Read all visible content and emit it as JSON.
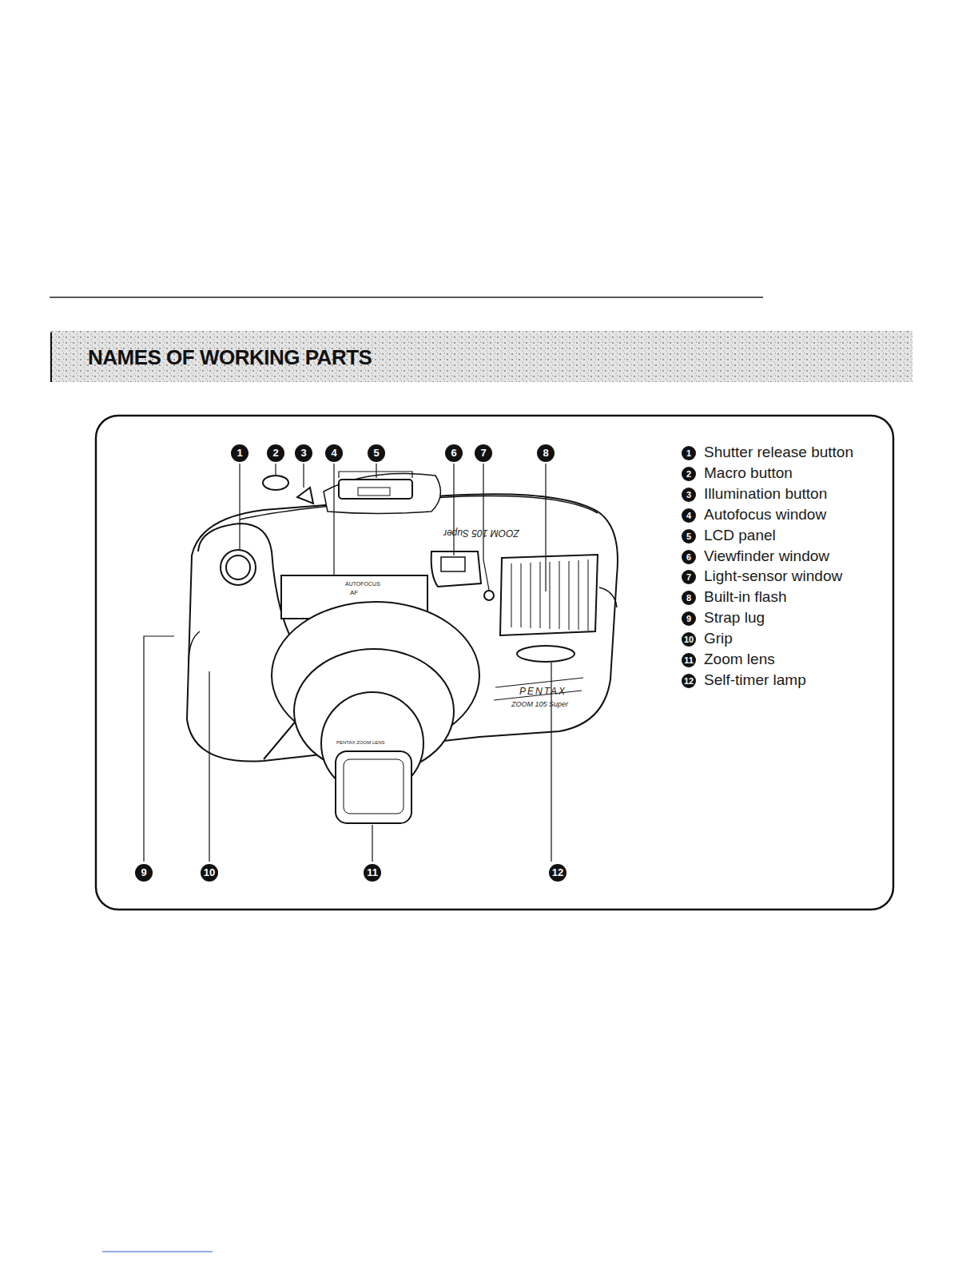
{
  "diagram": {
    "title": "NAMES OF WORKING PARTS",
    "labels": [
      "1",
      "2",
      "3",
      "4",
      "5",
      "6",
      "7",
      "8",
      "9",
      "10",
      "11",
      "12",
      "1",
      "Shutter release button",
      "2",
      "Macro button",
      "3",
      "Illumination button",
      "4",
      "Autofocus window",
      "5",
      "LCD panel",
      "6",
      "Viewfinder window",
      "7",
      "Light-sensor window",
      "8",
      "Built-in flash",
      "9",
      "Strap lug",
      "10",
      "Grip",
      "11",
      "Zoom lens",
      "12",
      "Self-timer lamp",
      "ZOOM 105 Super",
      "AUTOFOCUS",
      "AF",
      "PENTAX",
      "ZOOM 105 Super",
      "PENTAX ZOOM LENS"
    ]
  }
}
